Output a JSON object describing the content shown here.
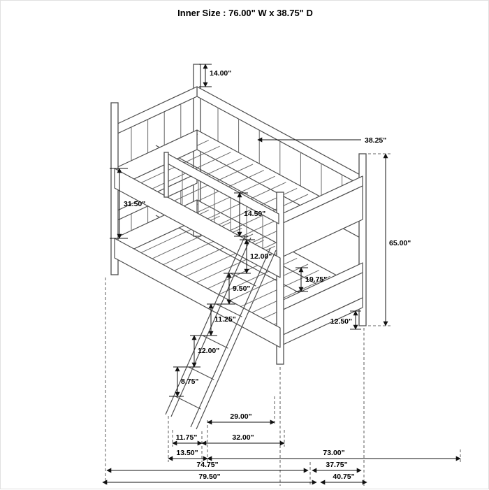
{
  "title": "Inner Size : 76.00\" W x  38.75\" D",
  "dims": {
    "post_above_rail": "14.00\"",
    "top_bunk_width": "38.25\"",
    "left_bunk_gap": "31.50\"",
    "guardrail_height": "14.50\"",
    "bunk_clearance": "19.75\"",
    "overall_height": "65.00\"",
    "ladder_step_1": "12.00\"",
    "ladder_step_2": "9.50\"",
    "ladder_step_3": "11.25\"",
    "ladder_step_4": "12.00\"",
    "ladder_step_5": "8.75\"",
    "footboard_leg_height": "12.50\"",
    "ladder_inner_span": "29.00\"",
    "ladder_outer_span": "32.00\"",
    "ladder_foot_inset": "11.75\"",
    "ladder_foot_outset": "13.50\"",
    "inner_length": "73.00\"",
    "inner_depth": "37.75\"",
    "frame_length": "74.75\"",
    "overall_depth": "40.75\"",
    "overall_length": "79.50\""
  }
}
